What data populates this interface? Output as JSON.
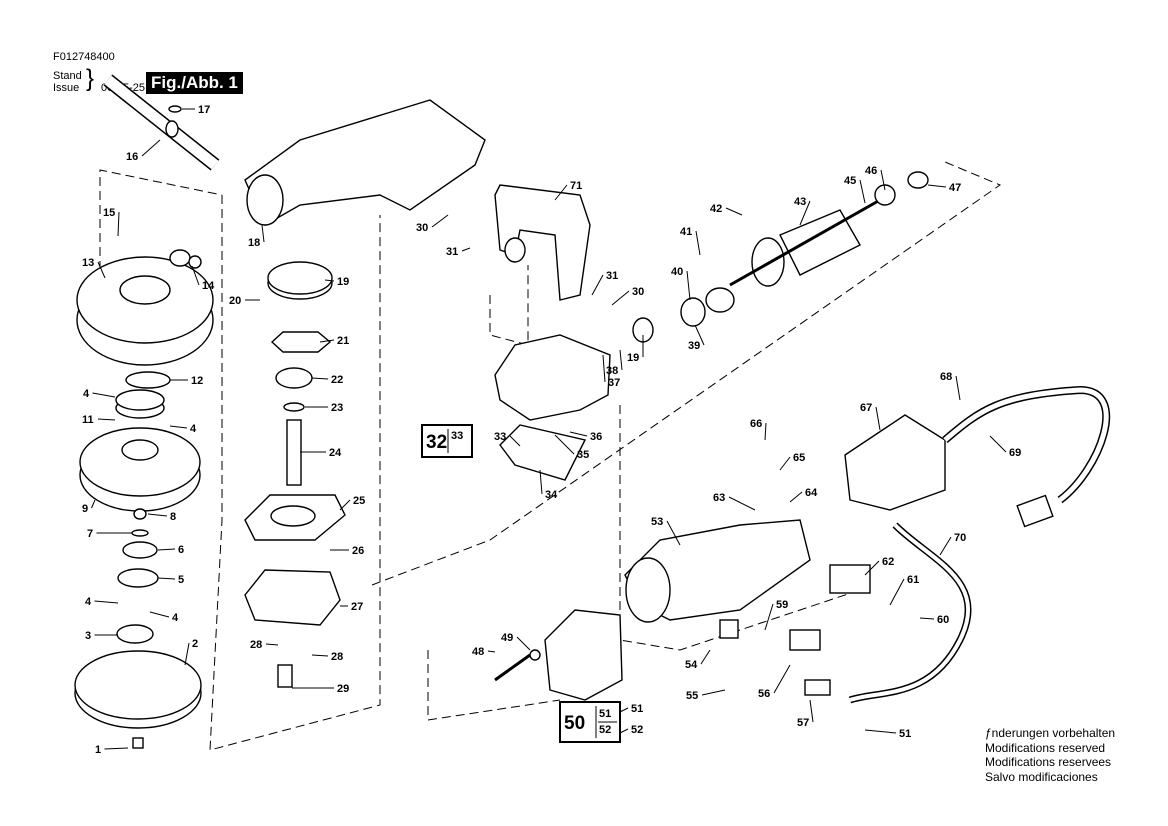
{
  "header": {
    "drawing_number": "F012748400",
    "stand_label": "Stand",
    "issue_label": "Issue",
    "date": "00-05-25",
    "figure_label": "Fig./Abb. 1"
  },
  "notes": [
    "ƒnderungen vorbehalten",
    "Modifications reserved",
    "Modifications reservees",
    "Salvo modificaciones"
  ],
  "part_labels": [
    "17",
    "16",
    "18",
    "15",
    "13",
    "14",
    "19",
    "20",
    "21",
    "22",
    "23",
    "12",
    "4",
    "4",
    "11",
    "24",
    "9",
    "8",
    "25",
    "7",
    "6",
    "26",
    "5",
    "4",
    "4",
    "27",
    "3",
    "28",
    "28",
    "2",
    "29",
    "1",
    "71",
    "30",
    "30",
    "31",
    "31",
    "42",
    "43",
    "41",
    "40",
    "45",
    "46",
    "47",
    "19",
    "39",
    "38",
    "37",
    "33",
    "36",
    "35",
    "34",
    "66",
    "65",
    "64",
    "63",
    "67",
    "68",
    "69",
    "62",
    "70",
    "53",
    "61",
    "60",
    "59",
    "49",
    "48",
    "54",
    "55",
    "56",
    "57",
    "51",
    "51",
    "52"
  ],
  "boxed_groups": [
    {
      "main": "32",
      "sub": [
        "33"
      ]
    },
    {
      "main": "50",
      "sub": [
        "51",
        "52"
      ]
    }
  ]
}
